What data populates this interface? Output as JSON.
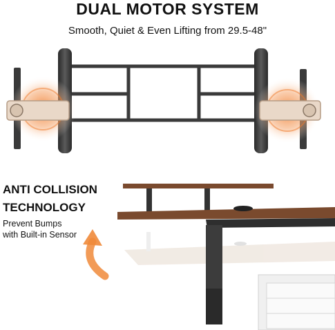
{
  "header": {
    "title": "DUAL MOTOR SYSTEM",
    "subtitle": "Smooth, Quiet & Even Lifting from 29.5-48\""
  },
  "feature": {
    "heading_line1": "ANTI COLLISION",
    "heading_line2": "TECHNOLOGY",
    "desc_line1": "Prevent Bumps",
    "desc_line2": "with Built-in Sensor"
  },
  "colors": {
    "frame": "#3a3a3a",
    "motor_glow": "#f07a2a",
    "desk_top": "#7a4a2e",
    "arrow": "#f08a3a"
  },
  "icons": [
    "motor-glow-icon",
    "curved-arrow-icon"
  ]
}
